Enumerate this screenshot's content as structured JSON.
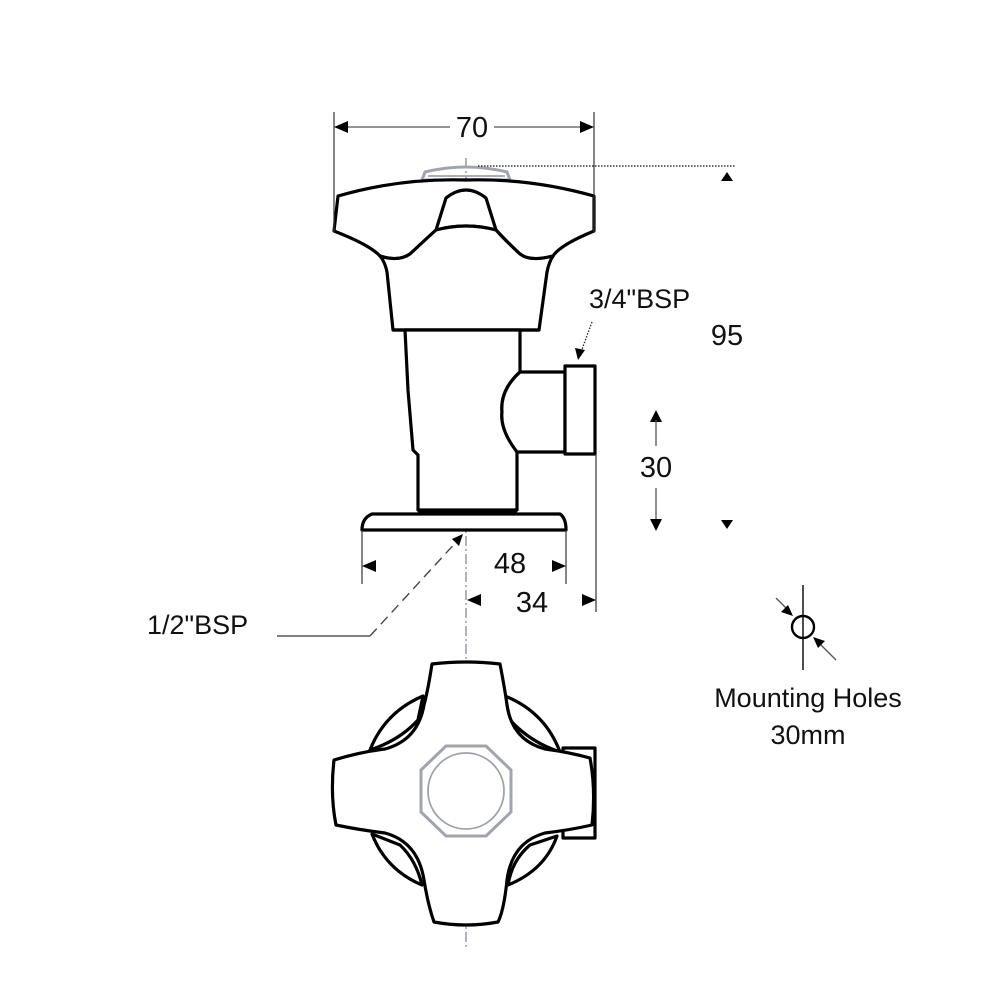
{
  "drawing": {
    "title": "Valve technical drawing - side and top view",
    "dimensions": {
      "width_overall": "70",
      "height_overall": "95",
      "outlet_height": "30",
      "base_width": "48",
      "outlet_offset": "34"
    },
    "callouts": {
      "outlet_thread": "3/4\"BSP",
      "inlet_thread": "1/2\"BSP"
    },
    "mounting": {
      "line1": "Mounting Holes",
      "line2": "30mm"
    },
    "colors": {
      "outline": "#000000",
      "centerline": "#7a8194",
      "hidden_grey": "#a0a4ae",
      "background": "#ffffff"
    }
  }
}
